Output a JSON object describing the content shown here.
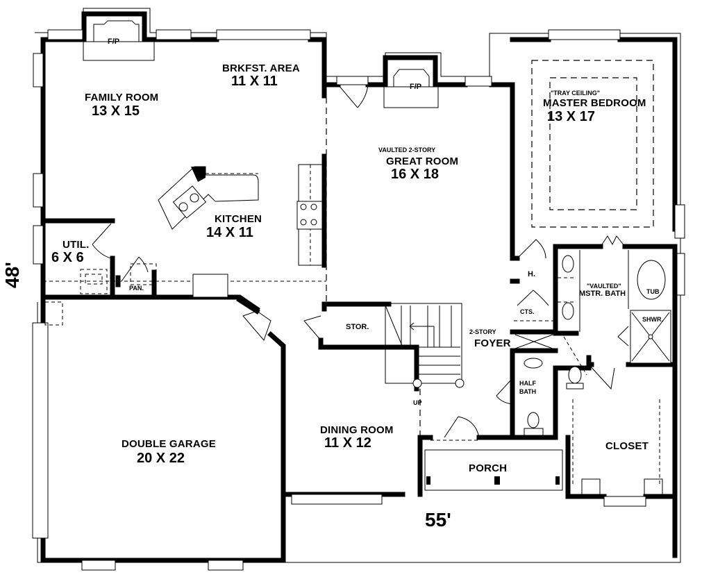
{
  "plan": {
    "overall_width": "55'",
    "overall_depth": "48'"
  },
  "rooms": {
    "family_room": {
      "name": "FAMILY ROOM",
      "dims": "13 X 15"
    },
    "breakfast": {
      "name": "BRKFST. AREA",
      "dims": "11 X 11"
    },
    "kitchen": {
      "name": "KITCHEN",
      "dims": "14 X 11"
    },
    "utility": {
      "name": "UTIL.",
      "dims": "6 X 6"
    },
    "pantry": {
      "name": "PAN."
    },
    "great_room": {
      "note": "VAULTED 2-STORY",
      "name": "GREAT ROOM",
      "dims": "16 X 18"
    },
    "master_bedroom": {
      "note": "\"TRAY CEILING\"",
      "name": "MASTER BEDROOM",
      "dims": "13 X 17"
    },
    "master_bath": {
      "note": "\"VAULTED\"",
      "name": "MSTR. BATH"
    },
    "tub": {
      "name": "TUB"
    },
    "shower": {
      "name": "SHWR."
    },
    "linen": {
      "name": "H."
    },
    "coats": {
      "name": "CTS."
    },
    "foyer": {
      "note": "2-STORY",
      "name": "FOYER"
    },
    "half_bath": {
      "name": "HALF BATH"
    },
    "storage": {
      "name": "STOR."
    },
    "stairs": {
      "label": "UP"
    },
    "dining_room": {
      "name": "DINING ROOM",
      "dims": "11 X 12"
    },
    "garage": {
      "name": "DOUBLE GARAGE",
      "dims": "20 X 22"
    },
    "porch": {
      "name": "PORCH"
    },
    "closet": {
      "name": "CLOSET"
    }
  },
  "fixtures": {
    "fireplace_family": "F/P",
    "fireplace_great": "F/P"
  }
}
